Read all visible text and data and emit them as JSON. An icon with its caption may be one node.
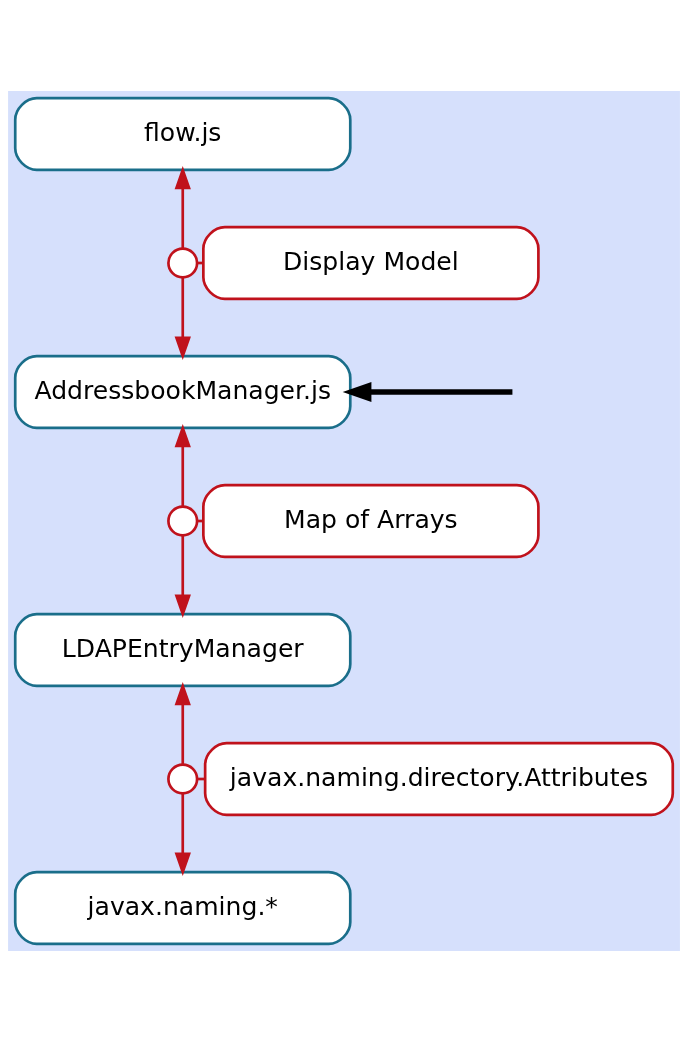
{
  "diagram": {
    "nodes": [
      {
        "text": [
          "flow.js"
        ]
      },
      {
        "text": [],
        "shape": "circle"
      },
      {
        "text": [
          "Display Model"
        ]
      },
      {
        "text": [
          "AddressbookManager.js"
        ]
      },
      {
        "text": [],
        "shape": "circle"
      },
      {
        "text": [
          "Map of Arrays"
        ]
      },
      {
        "text": [
          "LDAPEntryManager"
        ]
      },
      {
        "text": [],
        "shape": "circle"
      },
      {
        "text": [
          "javax.naming.directory.Attributes"
        ]
      },
      {
        "text": [
          "javax.naming.*"
        ]
      }
    ],
    "edges": [
      {
        "from": 1,
        "to": 0,
        "arrow": "to",
        "color": "#c0121c"
      },
      {
        "from": 1,
        "to": 3,
        "arrow": "to",
        "color": "#c0121c"
      },
      {
        "from": 1,
        "to": 2,
        "arrow": "none",
        "color": "#c0121c"
      },
      {
        "from": 4,
        "to": 3,
        "arrow": "to",
        "color": "#c0121c"
      },
      {
        "from": 4,
        "to": 6,
        "arrow": "to",
        "color": "#c0121c"
      },
      {
        "from": 4,
        "to": 5,
        "arrow": "none",
        "color": "#c0121c"
      },
      {
        "from": 7,
        "to": 6,
        "arrow": "to",
        "color": "#c0121c"
      },
      {
        "from": 7,
        "to": 9,
        "arrow": "to",
        "color": "#c0121c"
      },
      {
        "from": 7,
        "to": 8,
        "arrow": "none",
        "color": "#c0121c"
      },
      {
        "from": null,
        "to": 3,
        "arrow": "to",
        "style": "thick",
        "color": "#000000"
      }
    ]
  }
}
